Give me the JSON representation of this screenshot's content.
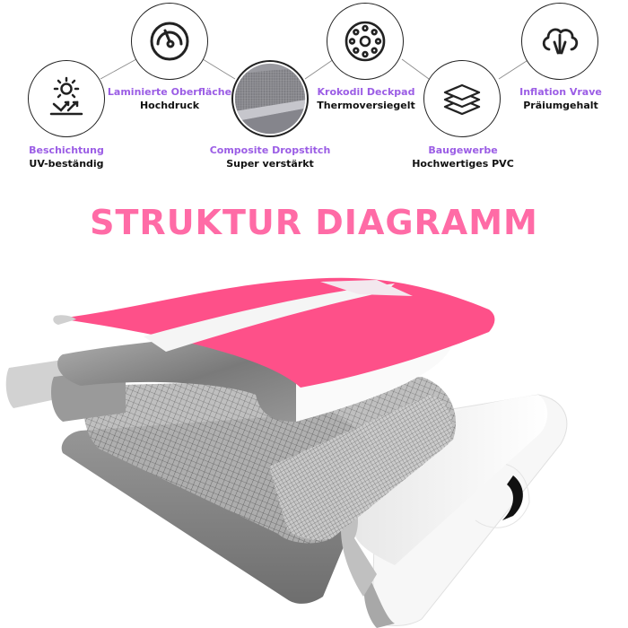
{
  "features": [
    {
      "id": "beschichtung",
      "title": "Beschichtung",
      "subtitle": "UV-beständig",
      "icon": "sun-uv-icon"
    },
    {
      "id": "laminierte",
      "title": "Laminierte Oberfläche",
      "subtitle": "Hochdruck",
      "icon": "pressure-gauge-icon"
    },
    {
      "id": "dropstitch",
      "title": "Composite Dropstitch",
      "subtitle": "Super verstärkt",
      "icon": "dropstitch-mesh-image"
    },
    {
      "id": "deckpad",
      "title": "Krokodil Deckpad",
      "subtitle": "Thermoversiegelt",
      "icon": "dotted-disc-icon"
    },
    {
      "id": "baugewerbe",
      "title": "Baugewerbe",
      "subtitle": "Hochwertiges PVC",
      "icon": "layers-icon"
    },
    {
      "id": "inflation",
      "title": "Inflation Vrave",
      "subtitle": "Präiumgehalt",
      "icon": "cloud-air-icon"
    }
  ],
  "title": "STRUKTUR DIAGRAMM",
  "colors": {
    "accent_pink": "#ff6ba6",
    "label_purple": "#9b5de5",
    "deck_pink": "#fe5089",
    "text_dark": "#111111"
  }
}
